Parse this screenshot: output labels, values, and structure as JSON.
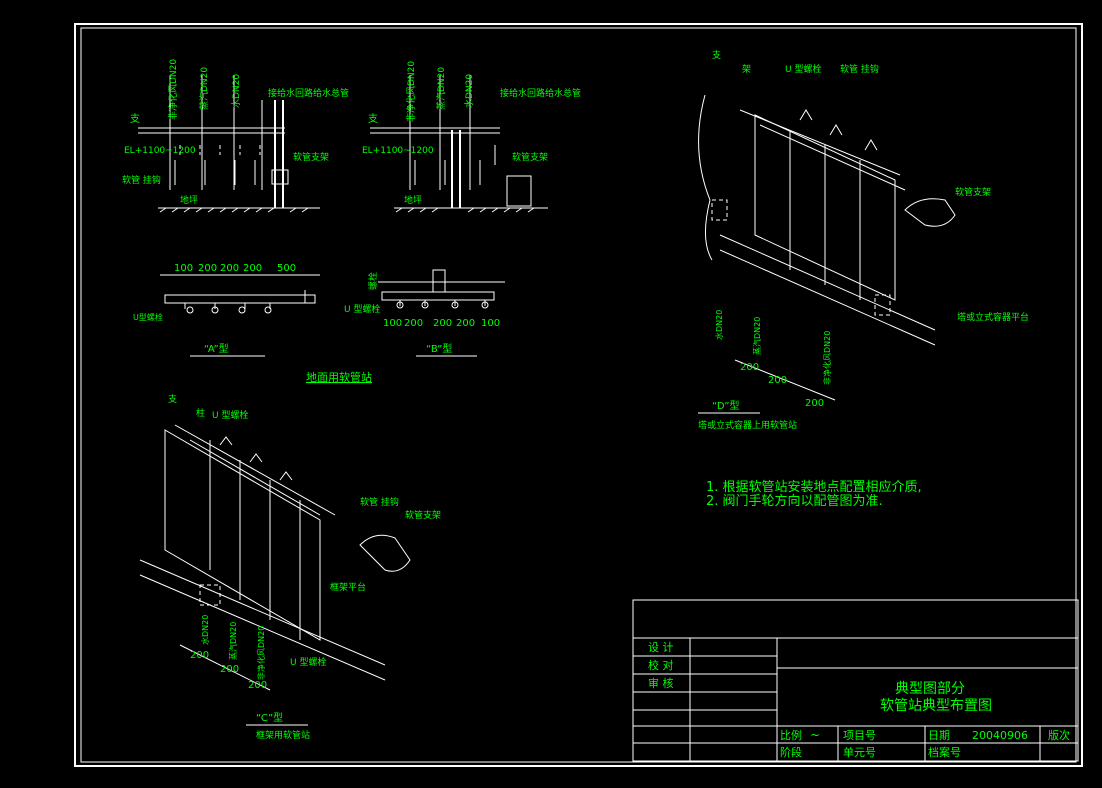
{
  "colors": {
    "background": "#000000",
    "frame": "#ffffff",
    "text": "#00ff00",
    "lines": "#ffffff"
  },
  "elevation_views": {
    "left": {
      "pipe_labels": [
        "非净化风DN20",
        "蒸汽DN20",
        "水DN20"
      ],
      "header_label": "接给水回路给水总管",
      "support_label": "支",
      "elevation": "EL+1100~1200",
      "bracket_label": "软管支架",
      "floor_label": "地坪",
      "hook_label": "软管 挂钩"
    },
    "right": {
      "pipe_labels": [
        "非净化风DN20",
        "蒸汽DN20",
        "水DN20"
      ],
      "header_label": "接给水回路给水总管",
      "support_label": "支",
      "elevation": "EL+1100~1200",
      "bracket_label": "软管支架",
      "floor_label": "地坪"
    }
  },
  "plan_a": {
    "dims": [
      "100",
      "200",
      "200",
      "200",
      "500"
    ],
    "ubolt": "U型螺栓",
    "title": "“A”型"
  },
  "plan_b": {
    "dims": [
      "100",
      "200",
      "200",
      "200",
      "100"
    ],
    "ubolt": "U 型螺栓",
    "side": "螺栓",
    "title": "“B”型"
  },
  "section_title": "地面用软管站",
  "view_c": {
    "labels": [
      "支",
      "柱",
      "U 型螺栓",
      "软管 挂钩",
      "软管支架",
      "框架平台",
      "U 型螺栓",
      "非净化风DN20",
      "蒸汽DN20",
      "水DN20"
    ],
    "dims": [
      "200",
      "200",
      "200"
    ],
    "title": "“C”型",
    "subtitle": "框架用软管站"
  },
  "view_d": {
    "labels": [
      "支",
      "架",
      "U 型螺栓",
      "软管 挂钩",
      "软管支架",
      "塔或立式容器平台",
      "水DN20",
      "蒸汽DN20",
      "非净化风DN20"
    ],
    "dims": [
      "200",
      "200",
      "200"
    ],
    "title": "“D”型",
    "subtitle": "塔或立式容器上用软管站"
  },
  "notes": [
    "1. 根据软管站安装地点配置相应介质,",
    "2. 阀门手轮方向以配管图为准."
  ],
  "title_block": {
    "roles": [
      "设 计",
      "校 对",
      "审 核"
    ],
    "drawing_title_1": "典型图部分",
    "drawing_title_2": "软管站典型布置图",
    "scale_label": "比例",
    "scale_value": "~",
    "project_label": "项目号",
    "date_label": "日期",
    "date_value": "20040906",
    "version_label": "版次",
    "stage_label": "阶段",
    "unit_label": "单元号",
    "archive_label": "档案号"
  }
}
